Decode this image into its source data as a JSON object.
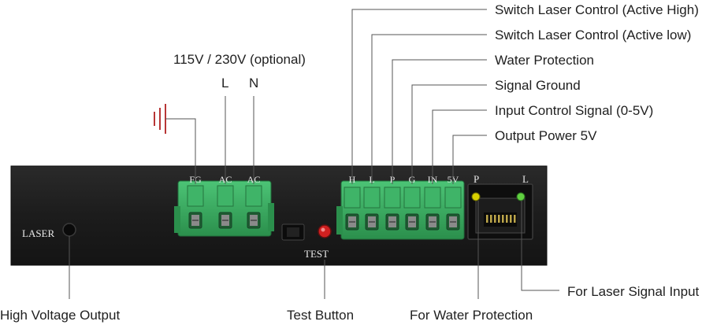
{
  "voltage_note": "115V / 230V (optional)",
  "ac_line_letters": [
    "L",
    "N"
  ],
  "panel": {
    "laser_label": "LASER",
    "test_label": "TEST",
    "left_terminal_labels": [
      "FG",
      "AC",
      "AC"
    ],
    "right_terminal_labels": [
      "H",
      "L",
      "P",
      "G",
      "IN",
      "5V"
    ],
    "rj45_labels": [
      "P",
      "L"
    ]
  },
  "callouts_right": [
    "Switch Laser Control (Active High)",
    "Switch Laser Control (Active low)",
    "Water Protection",
    "Signal Ground",
    "Input Control Signal (0-5V)",
    "Output Power 5V"
  ],
  "callouts_bottom": {
    "high_voltage_output": "High Voltage Output",
    "test_button": "Test Button",
    "water_protection": "For Water Protection",
    "laser_signal_input": "For Laser Signal Input"
  },
  "colors": {
    "panel": "#1c1c1c",
    "terminal_green": "#38a860",
    "ground_symbol": "#b02020",
    "led_yellow": "#d8d000",
    "led_green": "#60d040",
    "test_button_red": "#d02020",
    "leader_line": "#555555"
  }
}
